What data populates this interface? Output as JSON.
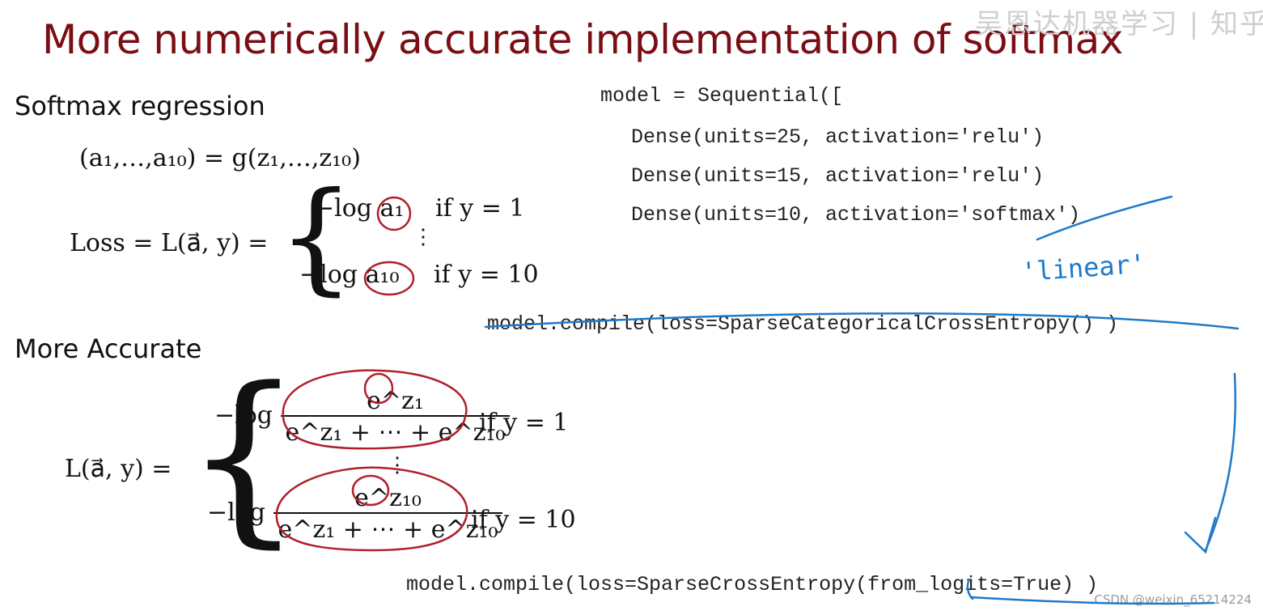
{
  "title": "More numerically accurate implementation of softmax",
  "watermark": "吴恩达机器学习 | 知乎",
  "left": {
    "section1": "Softmax regression",
    "eq1": "(a₁,…,a₁₀) = g(z₁,…,z₁₀)",
    "loss_label": "Loss = L(a⃗, y) =",
    "case1_expr": "−log a₁",
    "case1_cond": "if y = 1",
    "case10_expr": "−log a₁₀",
    "case10_cond": "if y = 10",
    "vdots": "⋮",
    "section2": "More Accurate",
    "la_label": "L(a⃗, y) =",
    "acc_case1_prefix": "−log",
    "acc_case1_num": "e^z₁",
    "acc_case1_den": "e^z₁ + ⋯ + e^z₁₀",
    "acc_case1_cond": "if y = 1",
    "acc_case10_prefix": "−log",
    "acc_case10_num": "e^z₁₀",
    "acc_case10_den": "e^z₁ + ⋯ + e^z₁₀",
    "acc_case10_cond": "if y = 10"
  },
  "code": {
    "line1": "model = Sequential([",
    "line2": "Dense(units=25, activation='relu')",
    "line3": "Dense(units=15, activation='relu')",
    "line4": "Dense(units=10, activation='softmax')",
    "handwritten_linear": "'linear'",
    "compile_old": "model.compile(loss=SparseCategoricalCrossEntropy() )",
    "compile_new": "model.compile(loss=SparseCrossEntropy(from_logits=True) )"
  },
  "footer": "CSDN @weixin_65214224",
  "colors": {
    "title": "#7a0e14",
    "annotation_red": "#b0202a",
    "annotation_blue": "#1e7ac8"
  }
}
